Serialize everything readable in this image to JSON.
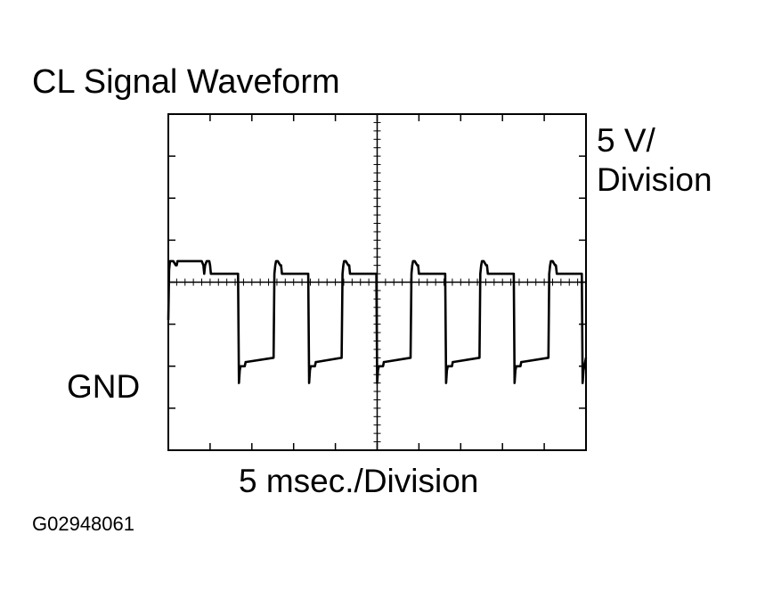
{
  "chart_data": {
    "type": "line",
    "title": "CL Signal Waveform",
    "y_scale_label": "5 V/\nDivision",
    "x_scale_label": "5 msec./Division",
    "reference_label": "GND",
    "divisions": {
      "x": 10,
      "y": 8
    },
    "series": [
      {
        "x_divisions": [
          0.0,
          0.02,
          0.04,
          0.12,
          0.18,
          0.2,
          0.22,
          0.8,
          0.84,
          0.86,
          0.88,
          0.92,
          0.98,
          1.0,
          1.02,
          1.67,
          1.69,
          1.71,
          1.73,
          1.77,
          1.83,
          1.85,
          1.87,
          2.52,
          2.54,
          2.56,
          2.58,
          2.62,
          2.68,
          2.7,
          2.72,
          3.35,
          3.37,
          3.39,
          3.41,
          3.45,
          3.51,
          3.53,
          3.55,
          4.15,
          4.17,
          4.19,
          4.21,
          4.25,
          4.31,
          4.33,
          4.35,
          4.98,
          5.0,
          5.02,
          5.04,
          5.08,
          5.14,
          5.16,
          5.18,
          5.8,
          5.82,
          5.84,
          5.86,
          5.9,
          5.96,
          5.98,
          6.0,
          6.63,
          6.65,
          6.67,
          6.69,
          6.73,
          6.79,
          6.81,
          6.83,
          7.45,
          7.47,
          7.49,
          7.51,
          7.55,
          7.61,
          7.63,
          7.65,
          8.27,
          8.29,
          8.31,
          8.33,
          8.37,
          8.43,
          8.45,
          8.47,
          9.1,
          9.12,
          9.14,
          9.16,
          9.2,
          9.26,
          9.28,
          9.3,
          9.9,
          9.92,
          9.94,
          9.96,
          10.0
        ],
        "y_divisions": [
          3.1,
          4.3,
          4.5,
          4.5,
          4.4,
          4.4,
          4.5,
          4.5,
          4.4,
          4.2,
          4.4,
          4.5,
          4.5,
          4.4,
          4.2,
          4.2,
          1.6,
          1.9,
          2.0,
          2.0,
          2.0,
          2.1,
          2.1,
          2.2,
          4.2,
          4.4,
          4.5,
          4.5,
          4.4,
          4.4,
          4.2,
          4.2,
          1.6,
          1.9,
          2.0,
          2.0,
          2.0,
          2.1,
          2.1,
          2.2,
          4.2,
          4.4,
          4.5,
          4.5,
          4.4,
          4.4,
          4.2,
          4.2,
          1.6,
          1.9,
          2.0,
          2.0,
          2.0,
          2.1,
          2.1,
          2.2,
          4.2,
          4.4,
          4.5,
          4.5,
          4.4,
          4.4,
          4.2,
          4.2,
          1.6,
          1.9,
          2.0,
          2.0,
          2.0,
          2.1,
          2.1,
          2.2,
          4.2,
          4.4,
          4.5,
          4.5,
          4.4,
          4.4,
          4.2,
          4.2,
          1.6,
          1.9,
          2.0,
          2.0,
          2.0,
          2.1,
          2.1,
          2.2,
          4.2,
          4.4,
          4.5,
          4.5,
          4.4,
          4.4,
          4.2,
          4.2,
          1.6,
          1.9,
          2.0,
          2.2
        ]
      }
    ],
    "grid": false,
    "gnd_level_division": 2.0
  },
  "figure_id": "G02948061"
}
